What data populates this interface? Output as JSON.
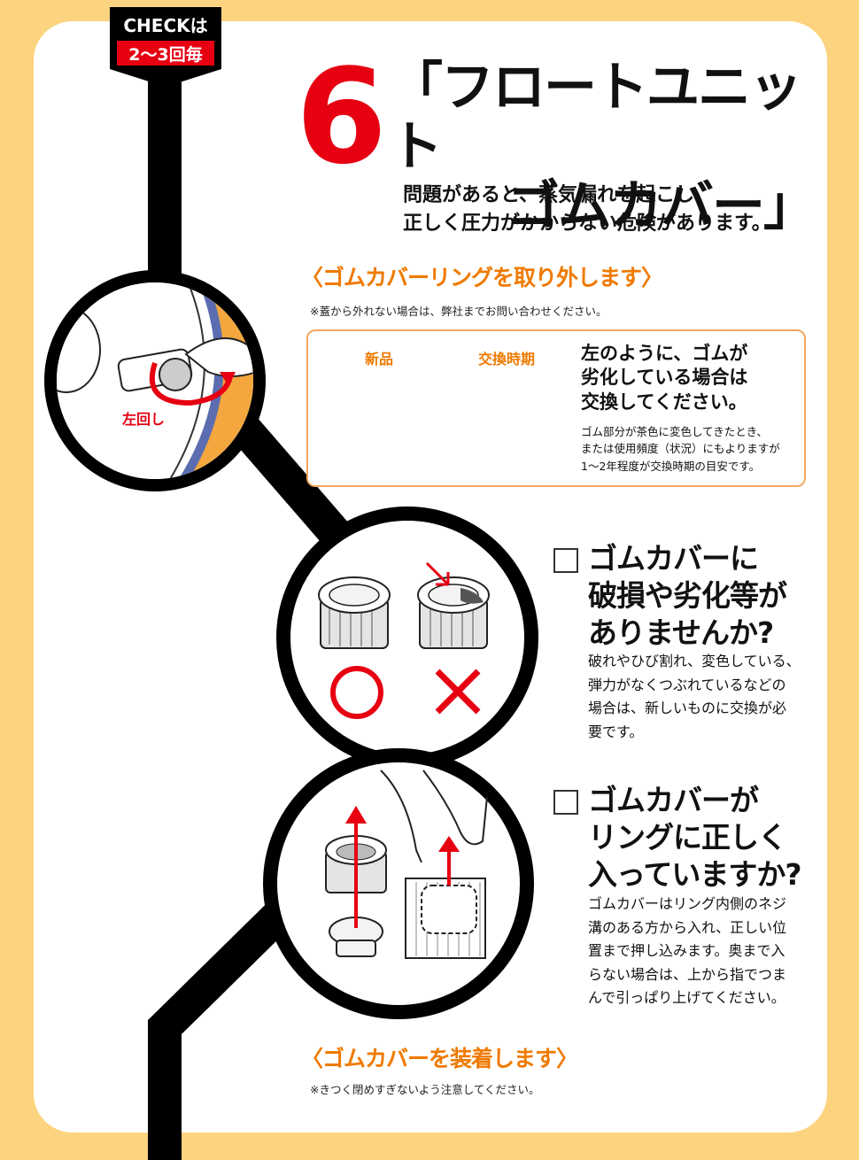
{
  "badge": {
    "line1": "CHECKは",
    "line2": "2〜3回毎"
  },
  "step": {
    "number": "6",
    "title_line1": "「フロートユニット",
    "title_line2": "ゴムカバー」"
  },
  "intro": {
    "line1": "問題があると、蒸気漏れを起こし、",
    "line2": "正しく圧力がかからない危険があります。"
  },
  "remove": {
    "heading": "〈ゴムカバーリングを取り外します〉",
    "note": "※蓋から外れない場合は、弊社までお問い合わせください。",
    "rotation_label": "左回し"
  },
  "replace_box": {
    "new_label": "新品",
    "old_label": "交換時期",
    "head_line1": "左のように、ゴムが",
    "head_line2": "劣化している場合は",
    "head_line3": "交換してください。",
    "small_line1": "ゴム部分が茶色に変色してきたとき、",
    "small_line2": "または使用頻度（状況）にもよりますが",
    "small_line3": "1〜2年程度が交換時期の目安です。"
  },
  "check1": {
    "line1": "ゴムカバーに",
    "line2": "破損や劣化等が",
    "line3": "ありませんか?",
    "desc1": "破れやひび割れ、変色している、",
    "desc2": "弾力がなくつぶれているなどの",
    "desc3": "場合は、新しいものに交換が必",
    "desc4": "要です。"
  },
  "check2": {
    "line1": "ゴムカバーが",
    "line2": "リングに正しく",
    "line3": "入っていますか?",
    "desc1": "ゴムカバーはリング内側のネジ",
    "desc2": "溝のある方から入れ、正しい位",
    "desc3": "置まで押し込みます。奥まで入",
    "desc4": "らない場合は、上から指でつま",
    "desc5": "んで引っぱり上げてください。"
  },
  "attach": {
    "heading": "〈ゴムカバーを装着します〉",
    "note": "※きつく閉めすぎないよう注意してください。"
  },
  "colors": {
    "background": "#fcd37f",
    "accent_red": "#e60012",
    "accent_orange": "#ef7a00"
  },
  "icons": [
    "check-badge-icon",
    "rotate-left-arrow-icon",
    "right-arrow-icon",
    "circle-ok-icon",
    "cross-ng-icon",
    "up-arrow-icon",
    "checkbox-icon"
  ]
}
